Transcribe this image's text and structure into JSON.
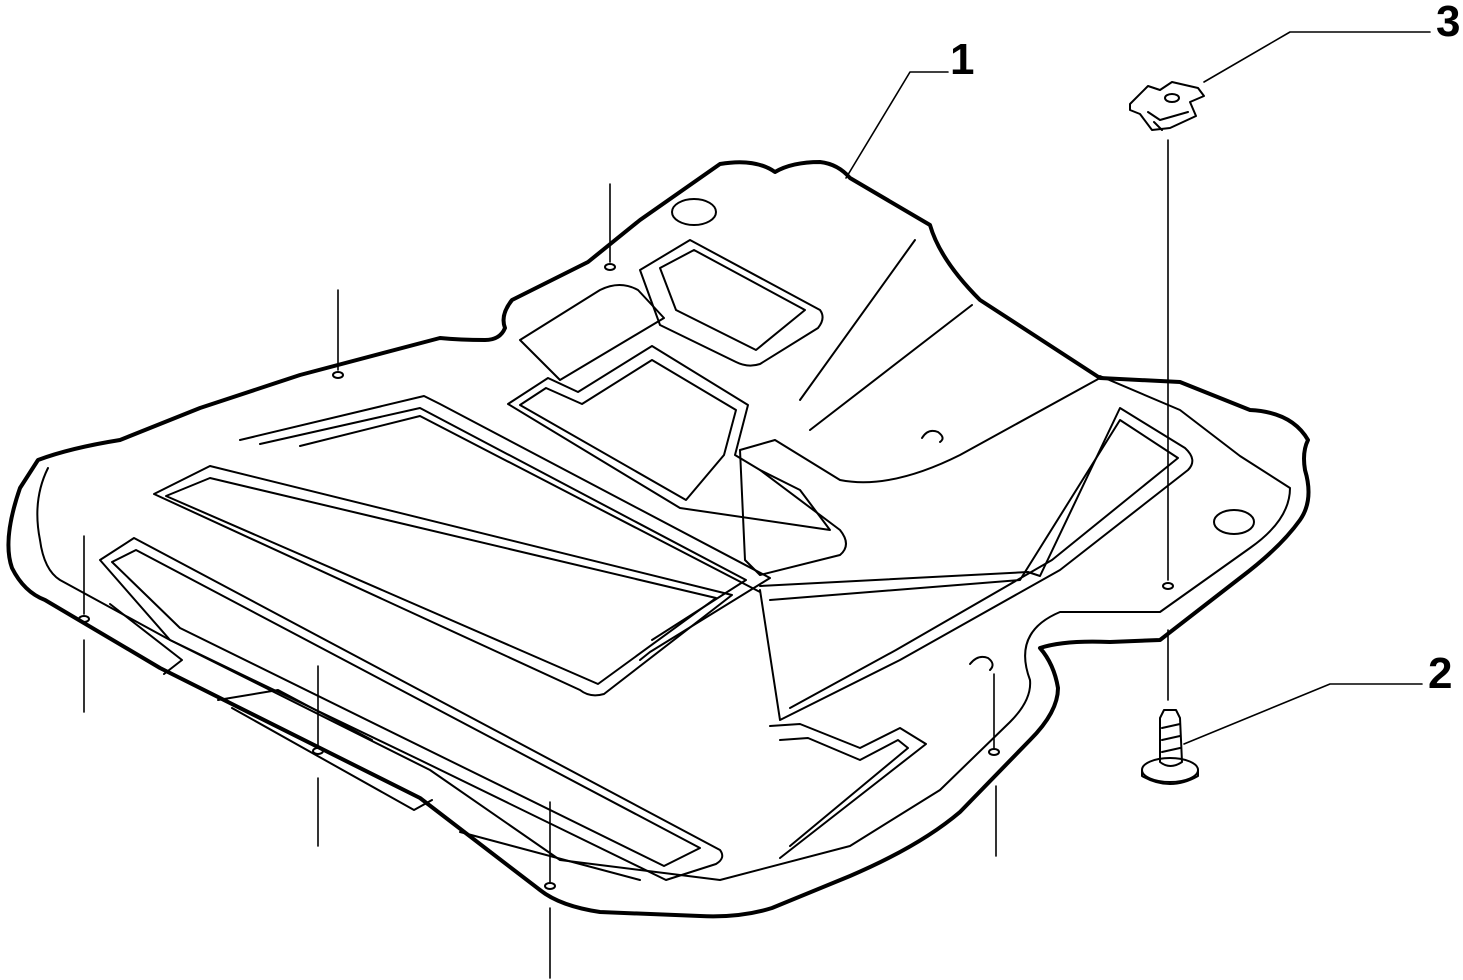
{
  "callouts": [
    {
      "id": "1",
      "label": "1"
    },
    {
      "id": "2",
      "label": "2"
    },
    {
      "id": "3",
      "label": "3"
    }
  ],
  "parts": [
    {
      "callout": "1",
      "part": "underbody-shield"
    },
    {
      "callout": "2",
      "part": "push-fastener"
    },
    {
      "callout": "3",
      "part": "clip-nut"
    }
  ],
  "colors": {
    "line": "#000000",
    "background": "#ffffff"
  }
}
